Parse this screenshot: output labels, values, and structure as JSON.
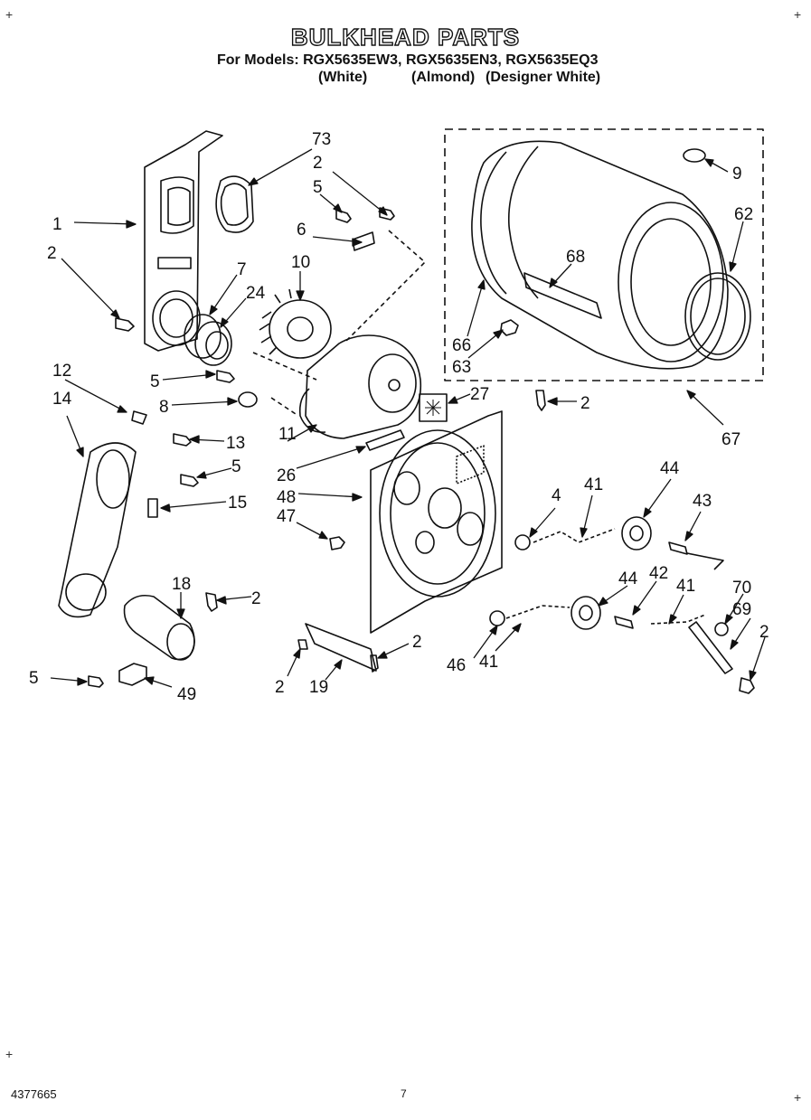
{
  "header": {
    "title": "BULKHEAD PARTS",
    "models_line": "For Models: RGX5635EW3, RGX5635EN3, RGX5635EQ3",
    "color_white": "(White)",
    "color_almond": "(Almond)",
    "color_designer": "(Designer White)"
  },
  "callouts": [
    "73",
    "2",
    "5",
    "6",
    "10",
    "1",
    "2",
    "7",
    "24",
    "9",
    "62",
    "68",
    "66",
    "63",
    "67",
    "12",
    "5",
    "8",
    "14",
    "13",
    "11",
    "27",
    "2",
    "26",
    "48",
    "5",
    "15",
    "47",
    "4",
    "41",
    "44",
    "43",
    "18",
    "2",
    "44",
    "42",
    "41",
    "70",
    "69",
    "2",
    "2",
    "46",
    "41",
    "5",
    "49",
    "2",
    "19"
  ],
  "footer": {
    "doc_number": "4377665",
    "page_number": "7"
  }
}
